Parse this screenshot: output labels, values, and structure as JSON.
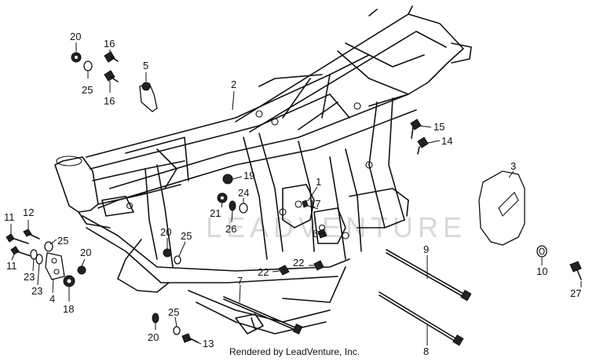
{
  "diagram": {
    "footer": "Rendered by LeadVenture, Inc.",
    "watermark": "LEADVENTURE",
    "labels": {
      "l1": "1",
      "l2": "2",
      "l3": "3",
      "l4": "4",
      "l5": "5",
      "l6": "6",
      "l7": "7",
      "l8": "8",
      "l9": "9",
      "l10": "10",
      "l11a": "11",
      "l11b": "11",
      "l12": "12",
      "l13": "13",
      "l14": "14",
      "l15": "15",
      "l16a": "16",
      "l16b": "16",
      "l17": "17",
      "l18": "18",
      "l19": "19",
      "l20a": "20",
      "l20b": "20",
      "l20c": "20",
      "l20d": "20",
      "l21": "21",
      "l22a": "22",
      "l22b": "22",
      "l23a": "23",
      "l23b": "23",
      "l24": "24",
      "l25a": "25",
      "l25b": "25",
      "l25c": "25",
      "l25d": "25",
      "l26": "26",
      "l27": "27"
    }
  }
}
